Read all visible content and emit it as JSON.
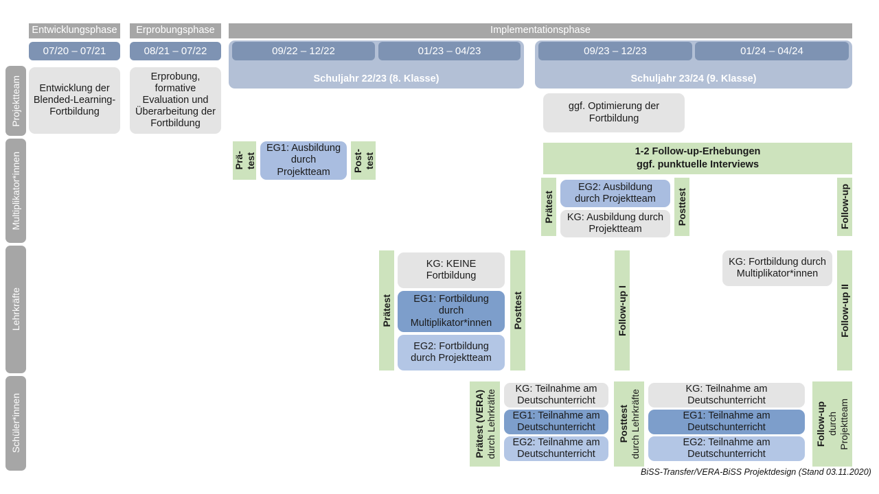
{
  "phases": [
    {
      "id": "entwicklung",
      "label": "Entwicklungsphase"
    },
    {
      "id": "erprobung",
      "label": "Erprobungsphase"
    },
    {
      "id": "implementation",
      "label": "Implementationsphase"
    }
  ],
  "date_chips": [
    {
      "id": "d1",
      "label": "07/20 – 07/21"
    },
    {
      "id": "d2",
      "label": "08/21 – 07/22"
    },
    {
      "id": "d3",
      "label": "09/22 – 12/22"
    },
    {
      "id": "d4",
      "label": "01/23 – 04/23"
    },
    {
      "id": "d5",
      "label": "09/23 – 12/23"
    },
    {
      "id": "d6",
      "label": "01/24 – 04/24"
    }
  ],
  "school_years": [
    {
      "id": "sy1",
      "label": "Schuljahr 22/23 (8. Klasse)"
    },
    {
      "id": "sy2",
      "label": "Schuljahr 23/24 (9. Klasse)"
    }
  ],
  "actors": [
    {
      "id": "projektteam",
      "label": "Projektteam"
    },
    {
      "id": "multiplikator",
      "label": "Multiplikator*innen"
    },
    {
      "id": "lehrkraefte",
      "label": "Lehrkräfte"
    },
    {
      "id": "schueler",
      "label": "Schüler*innen"
    }
  ],
  "projektteam_row": {
    "entwicklung_box": "Entwicklung der Blended-Learning-Fortbildung",
    "erprobung_box": "Erprobung, formative Evaluation und Überarbeitung der Fortbildung",
    "optimierung_box": "ggf. Optimierung der Fortbildung"
  },
  "multiplikator_row": {
    "praetest_short_line1": "Prä-",
    "praetest_short_line2": "test",
    "posttest_short_line1": "Post-",
    "posttest_short_line2": "test",
    "eg1_box": "EG1: Ausbildung durch Projektteam",
    "followup_banner_line1": "1-2 Follow-up-Erhebungen",
    "followup_banner_line2": "ggf. punktuelle Interviews",
    "praetest": "Prätest",
    "posttest": "Posttest",
    "followup": "Follow-up",
    "eg2_box": "EG2: Ausbildung durch Projektteam",
    "kg_box": "KG: Ausbildung durch Projektteam"
  },
  "lehrkraefte_row": {
    "praetest": "Prätest",
    "posttest": "Posttest",
    "followup_1": "Follow-up I",
    "followup_2": "Follow-up II",
    "kg_keine": "KG:  KEINE Fortbildung",
    "eg1_box": "EG1: Fortbildung durch Multiplikator*innen",
    "eg2_box": "EG2: Fortbildung durch Projektteam",
    "kg_fortbildung": "KG: Fortbildung durch Multiplikator*innen"
  },
  "schueler_row": {
    "praetest_bold": "Prätest (VERA)",
    "praetest_sub": "durch Lehrkräfte",
    "posttest_bold": "Posttest",
    "posttest_sub": "durch Lehrkräfte",
    "followup_bold": "Follow-up",
    "followup_sub1": "durch",
    "followup_sub2": "Projektteam",
    "left_boxes": [
      "KG: Teilnahme am Deutschunterricht",
      "EG1: Teilnahme am Deutschunterricht",
      "EG2: Teilnahme am Deutschunterricht"
    ],
    "right_boxes": [
      "KG: Teilnahme am Deutschunterricht",
      "EG1: Teilnahme am Deutschunterricht",
      "EG2: Teilnahme am Deutschunterricht"
    ]
  },
  "footer": "BiSS-Transfer/VERA-BiSS Projektdesign (Stand 03.11.2020)",
  "colors": {
    "header_gray": "#a6a6a6",
    "date_chip_blue": "#7e93b3",
    "schoolyear_blue": "#b3c0d6",
    "grey_box": "#e4e4e4",
    "blue_dark": "#7d9ecb",
    "blue_light": "#b3c6e5",
    "green_bar": "#cde3bd"
  }
}
